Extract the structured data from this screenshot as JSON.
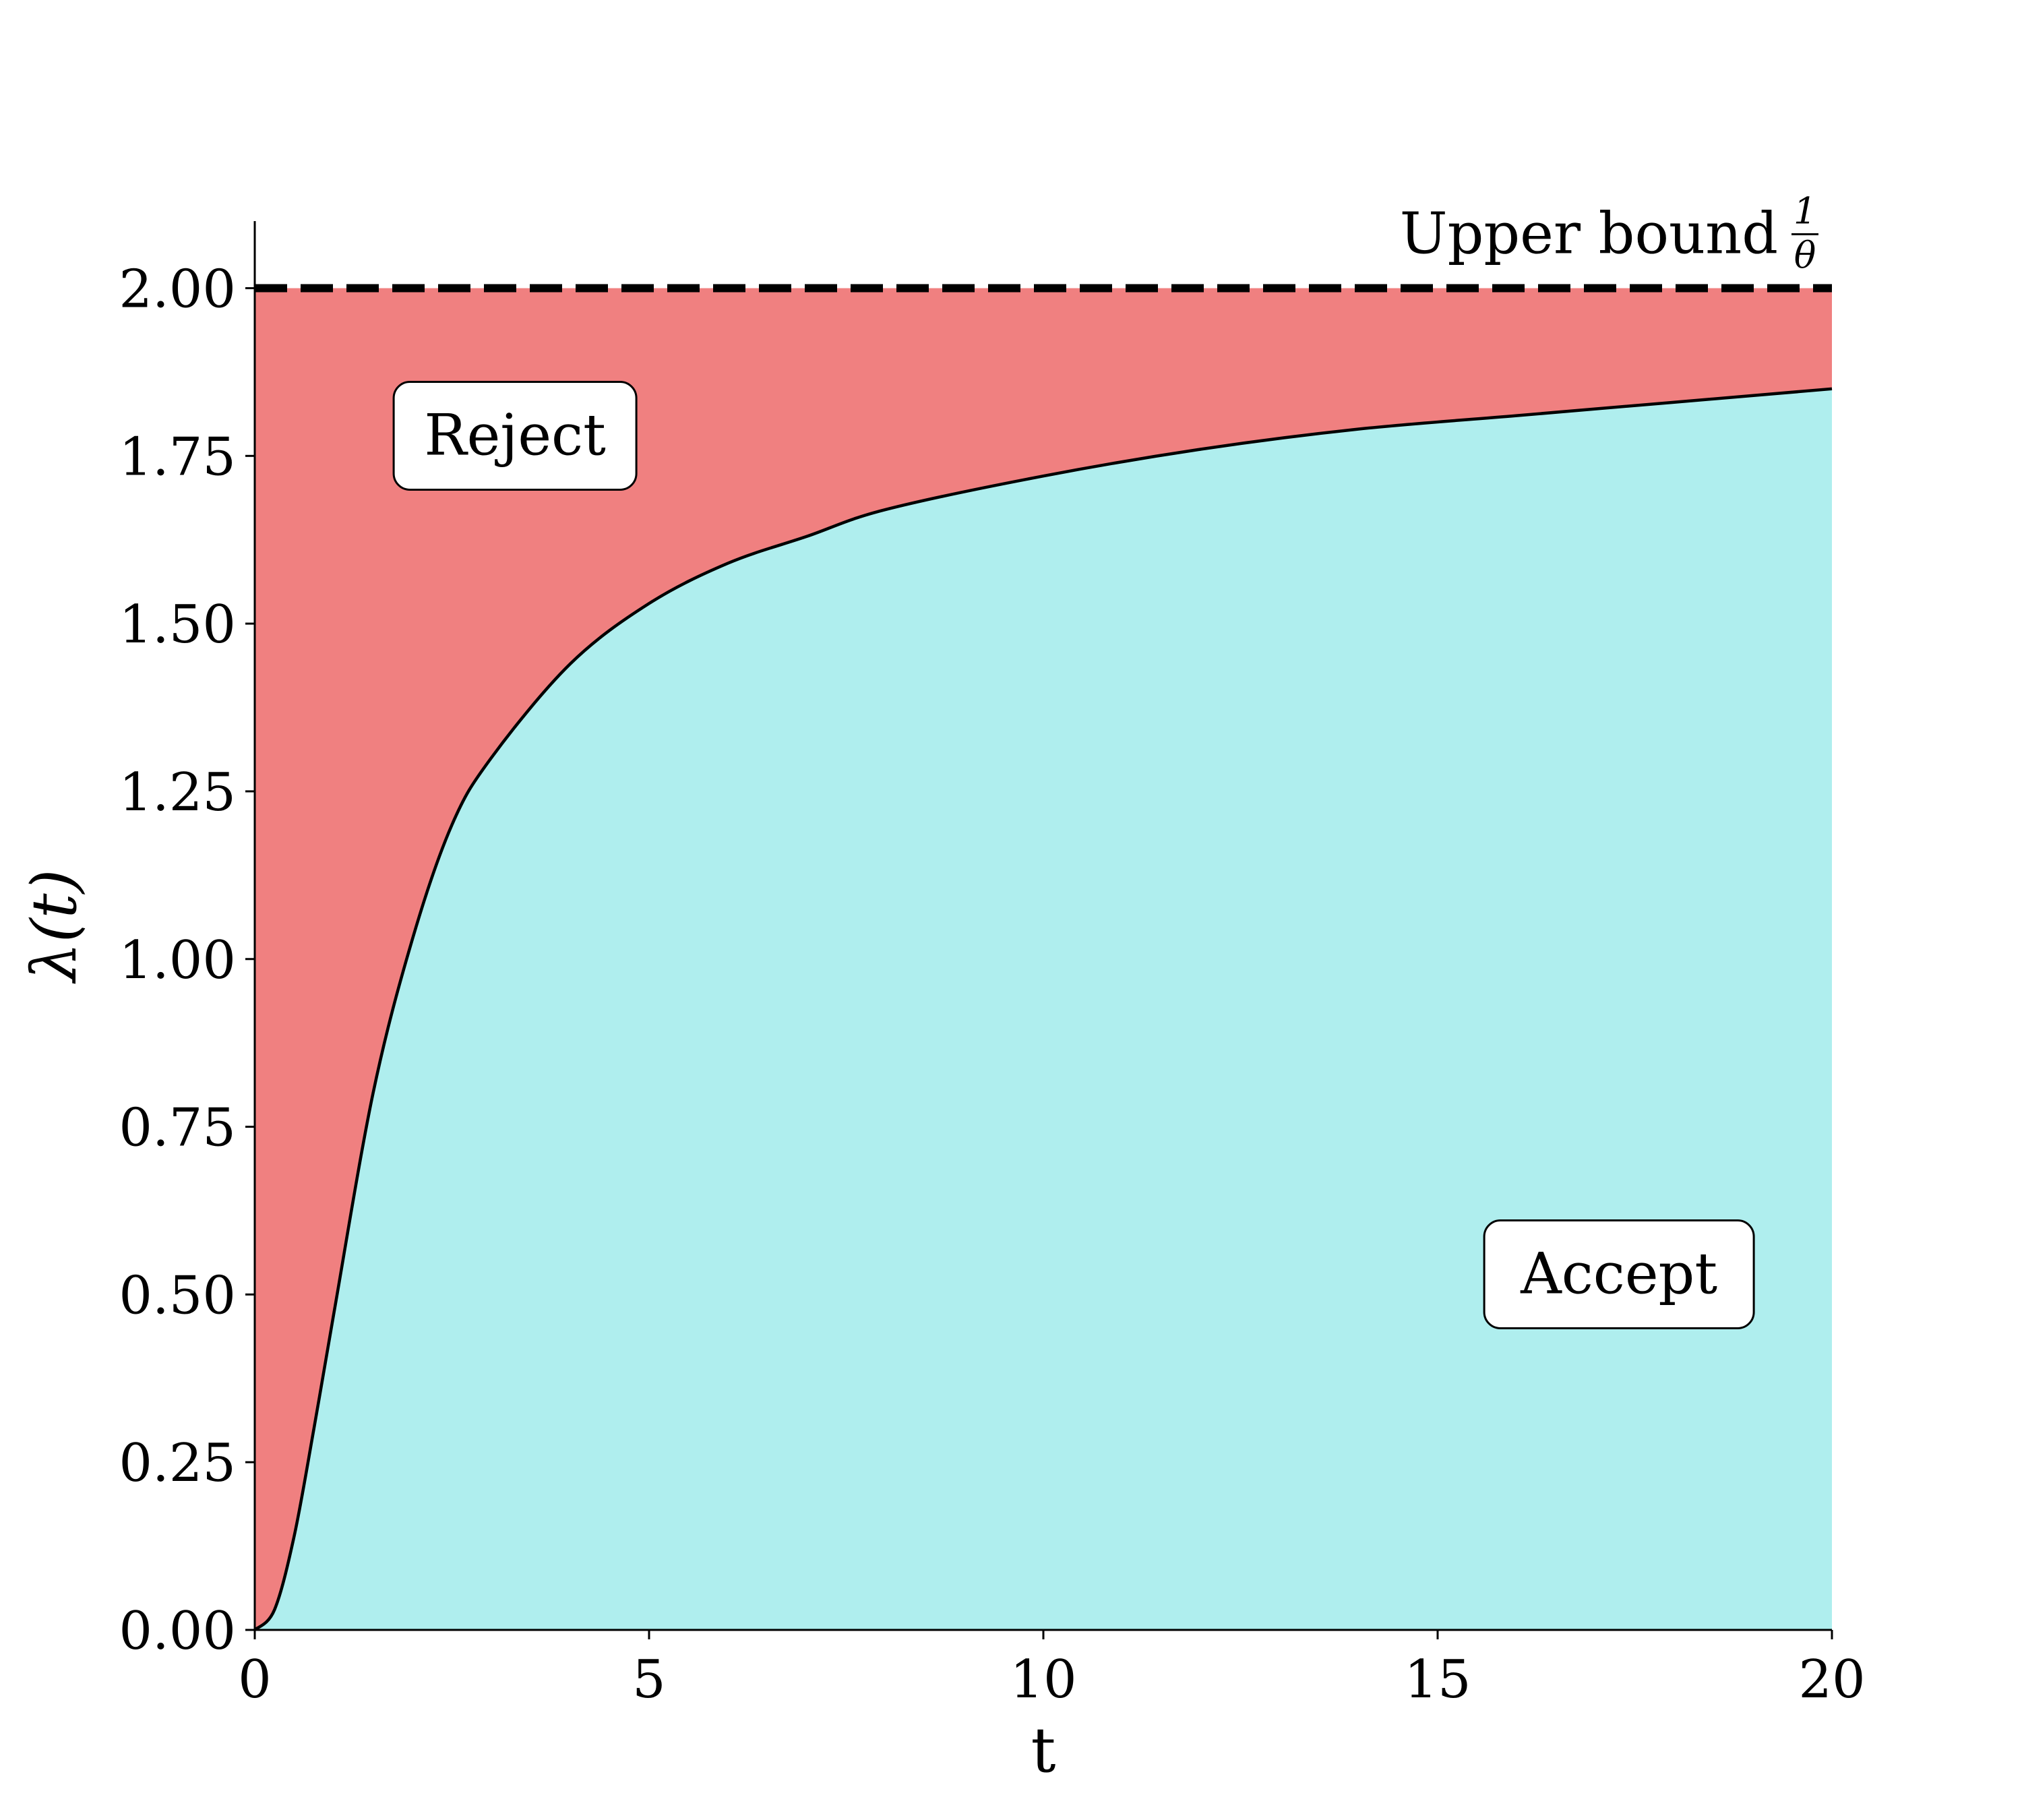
{
  "chart_data": {
    "type": "area",
    "title": "",
    "xlabel": "t",
    "ylabel": "λ(t)",
    "xlim": [
      0,
      20
    ],
    "ylim": [
      0,
      2.1
    ],
    "x_ticks": [
      0,
      5,
      10,
      15,
      20
    ],
    "x_tick_labels": [
      "0",
      "5",
      "10",
      "15",
      "20"
    ],
    "y_ticks": [
      0,
      0.25,
      0.5,
      0.75,
      1.0,
      1.25,
      1.5,
      1.75,
      2.0
    ],
    "y_tick_labels": [
      "0.00",
      "0.25",
      "0.50",
      "0.75",
      "1.00",
      "1.25",
      "1.50",
      "1.75",
      "2.00"
    ],
    "grid": false,
    "upper_bound": {
      "value": 2.0,
      "label": "Upper bound",
      "fraction_numerator": "1",
      "fraction_denominator": "θ",
      "style": "dashed",
      "color": "#000000"
    },
    "curve": {
      "color": "#000000",
      "x": [
        0,
        0.25,
        0.5,
        0.75,
        1,
        1.5,
        2,
        2.5,
        3,
        4,
        5,
        6,
        7,
        8,
        10,
        12,
        14,
        16,
        18,
        20
      ],
      "y": [
        0,
        0.03,
        0.14,
        0.3,
        0.47,
        0.8,
        1.03,
        1.2,
        1.3,
        1.44,
        1.53,
        1.59,
        1.63,
        1.67,
        1.72,
        1.76,
        1.79,
        1.81,
        1.83,
        1.85
      ]
    },
    "regions": [
      {
        "name": "Reject",
        "label": "Reject",
        "color": "#f08080",
        "position": {
          "x": 3.3,
          "y": 1.78
        }
      },
      {
        "name": "Accept",
        "label": "Accept",
        "color": "#afeeee",
        "position": {
          "x": 17.3,
          "y": 0.53
        }
      }
    ]
  }
}
